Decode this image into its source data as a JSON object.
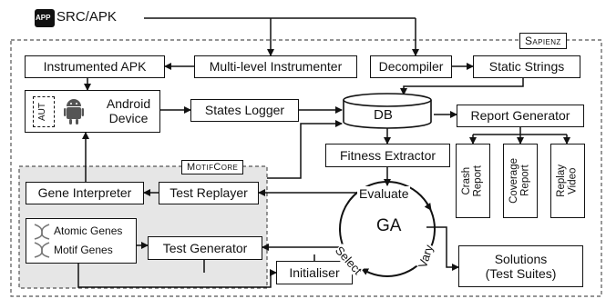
{
  "input_label": "SRC/APK",
  "app_icon_text": "APP",
  "sapienz_label": "Sapienz",
  "motifcore_label": "MotifCore",
  "boxes": {
    "instrumented_apk": "Instrumented APK",
    "multilevel_instrumenter": "Multi-level Instrumenter",
    "decompiler": "Decompiler",
    "static_strings": "Static Strings",
    "aut": "AUT",
    "android_device_line1": "Android",
    "android_device_line2": "Device",
    "states_logger": "States Logger",
    "db": "DB",
    "report_generator": "Report Generator",
    "fitness_extractor": "Fitness Extractor",
    "gene_interpreter": "Gene Interpreter",
    "test_replayer": "Test Replayer",
    "test_generator": "Test Generator",
    "initialiser": "Initialiser",
    "solutions_line1": "Solutions",
    "solutions_line2": "(Test Suites)"
  },
  "genes": {
    "atomic": "Atomic Genes",
    "motif": "Motif Genes"
  },
  "reports": {
    "crash_line1": "Crash",
    "crash_line2": "Report",
    "coverage_line1": "Coverage",
    "coverage_line2": "Report",
    "replay_line1": "Replay",
    "replay_line2": "Video"
  },
  "ga": {
    "center": "GA",
    "evaluate": "Evaluate",
    "select": "Select",
    "vary": "Vary"
  },
  "colors": {
    "ink": "#111111",
    "motifcore_fill": "#e6e6e6",
    "background": "#ffffff"
  }
}
